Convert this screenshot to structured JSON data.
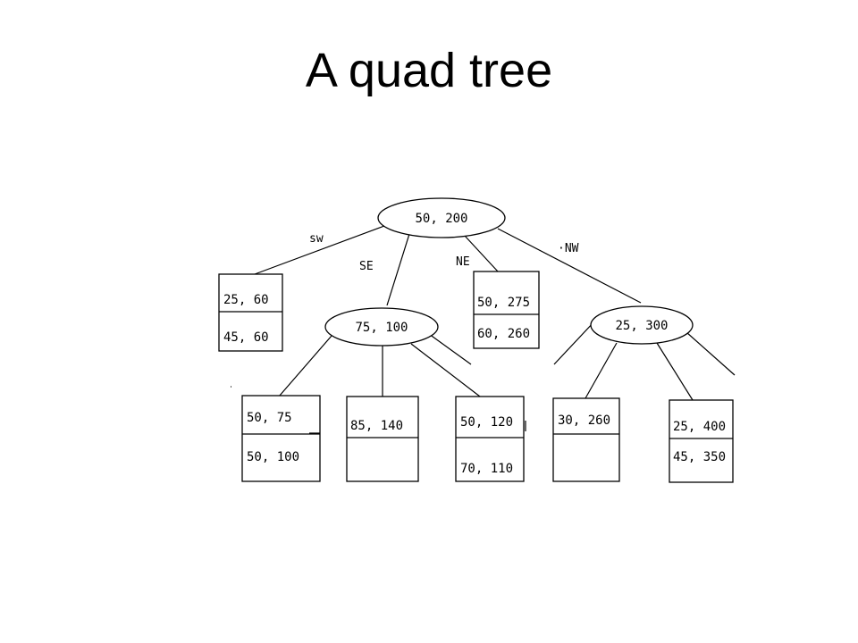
{
  "title": "A quad tree",
  "edge_labels": {
    "sw": "sw",
    "se": "SE",
    "ne": "NE",
    "nw": "·NW"
  },
  "nodes": {
    "root": "50, 200",
    "se_node": "75, 100",
    "nw_node": "25, 300"
  },
  "leaves": {
    "sw_box": [
      "25, 60",
      "45, 60"
    ],
    "ne_box": [
      "50, 275",
      "60, 260"
    ],
    "se_sw_box": [
      "50, 75",
      "50, 100"
    ],
    "se_se_box": [
      "85, 140",
      ""
    ],
    "se_ne_box": [
      "50, 120",
      "70, 110"
    ],
    "nw_sw_box": [
      "30, 260",
      ""
    ],
    "nw_ne_box": [
      "25, 400",
      "45, 350"
    ]
  }
}
